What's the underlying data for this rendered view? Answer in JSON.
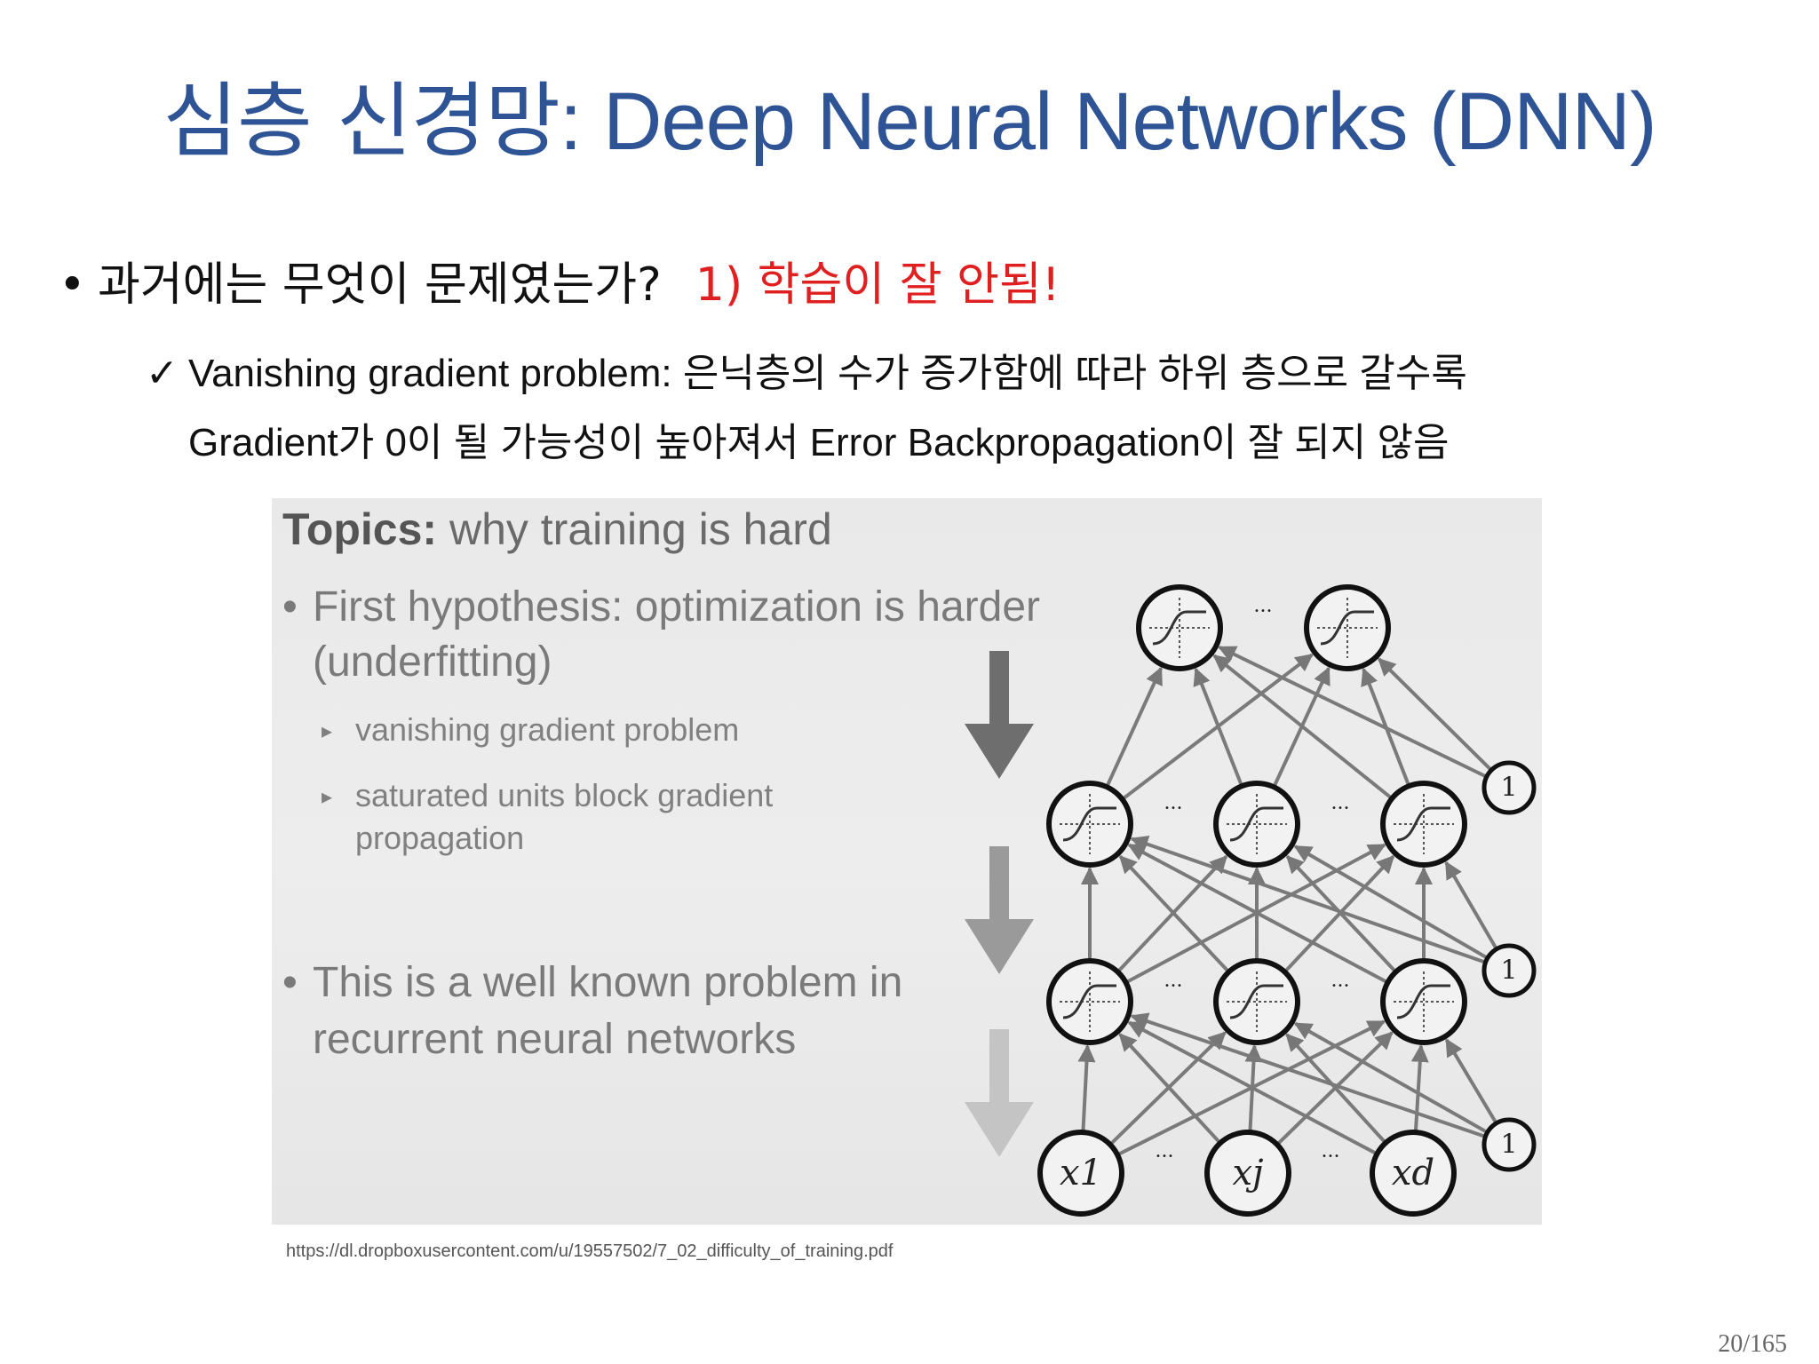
{
  "slide": {
    "title_ko": "심층 신경망",
    "title_en": ": Deep Neural Networks (DNN)",
    "bullet": {
      "text": "과거에는 무엇이 문제였는가?",
      "highlight": "1) 학습이 잘 안됨!",
      "highlight_color": "#E02020"
    },
    "sub_point": {
      "line1": "Vanishing gradient problem: 은닉층의 수가 증가함에 따라 하위 층으로 갈수록",
      "line2": "Gradient가 0이 될 가능성이 높아져서 Error Backpropagation이 잘 되지 않음"
    },
    "source": "https://dl.dropboxusercontent.com/u/19557502/7_02_difficulty_of_training.pdf",
    "page": "20/165"
  },
  "figure": {
    "topics_label": "Topics:",
    "topics_text": "why training is hard",
    "b1_l1": "First hypothesis: optimization is harder",
    "b1_l2": "(underfitting)",
    "sb1": "vanishing gradient problem",
    "sb2_l1": "saturated units block gradient",
    "sb2_l2": "propagation",
    "b2_l1": "This is a well known problem in",
    "b2_l2": "recurrent neural networks",
    "input_labels": [
      "x1",
      "xj",
      "xd"
    ],
    "bias_label": "1",
    "ellipsis": "···"
  },
  "colors": {
    "title": "#2F5496",
    "text": "#111111"
  }
}
